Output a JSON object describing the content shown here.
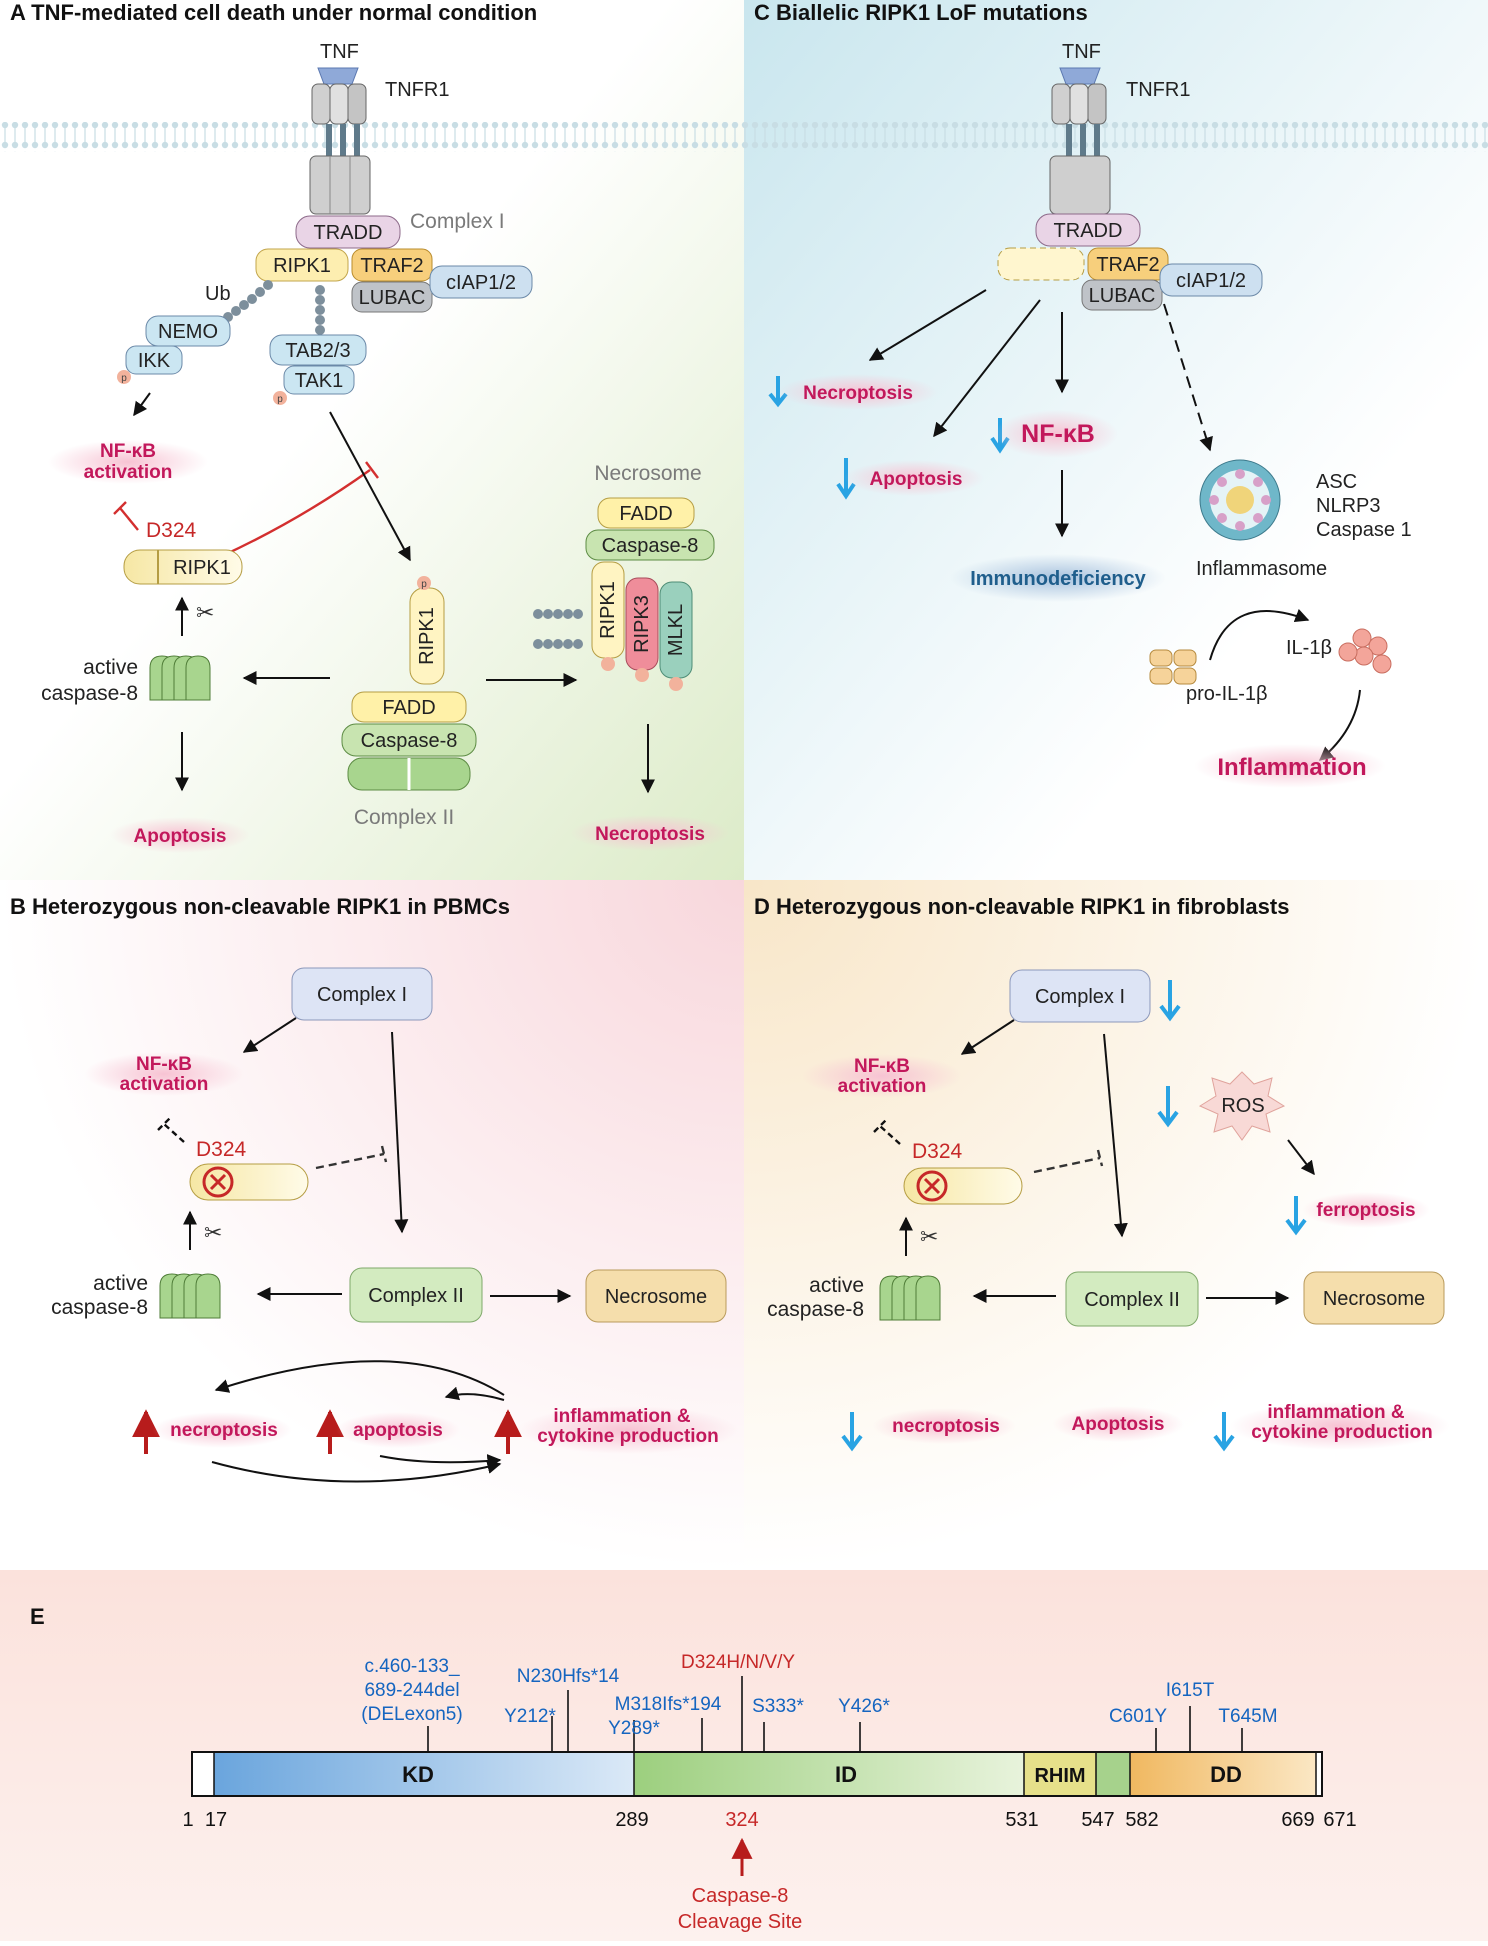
{
  "panel_a": {
    "title": "A  TNF-mediated cell death under normal condition",
    "tnf": "TNF",
    "tnfr1": "TNFR1",
    "complex1": "Complex I",
    "tradd": "TRADD",
    "ripk1": "RIPK1",
    "traf2": "TRAF2",
    "lubac": "LUBAC",
    "ciap": "cIAP1/2",
    "ub": "Ub",
    "nemo": "NEMO",
    "ikk": "IKK",
    "tab": "TAB2/3",
    "tak1": "TAK1",
    "p": "p",
    "nfkb_line1": "NF-κB",
    "nfkb_line2": "activation",
    "d324": "D324",
    "active1": "active",
    "active2": "caspase-8",
    "apoptosis": "Apoptosis",
    "fadd": "FADD",
    "caspase8": "Caspase-8",
    "complex2": "Complex II",
    "necrosome": "Necrosome",
    "ripk3": "RIPK3",
    "mlkl": "MLKL",
    "necroptosis": "Necroptosis"
  },
  "panel_b": {
    "title": "B  Heterozygous non-cleavable RIPK1 in PBMCs",
    "complex1": "Complex I",
    "nfkb_line1": "NF-κB",
    "nfkb_line2": "activation",
    "d324": "D324",
    "active1": "active",
    "active2": "caspase-8",
    "complex2": "Complex II",
    "necrosome": "Necrosome",
    "necroptosis": "necroptosis",
    "apoptosis": "apoptosis",
    "infl1": "inflammation &",
    "infl2": "cytokine production"
  },
  "panel_c": {
    "title": "C  Biallelic RIPK1 LoF mutations",
    "tnf": "TNF",
    "tnfr1": "TNFR1",
    "tradd": "TRADD",
    "traf2": "TRAF2",
    "lubac": "LUBAC",
    "ciap": "cIAP1/2",
    "necroptosis": "Necroptosis",
    "apoptosis": "Apoptosis",
    "nfkb": "NF-κB",
    "immuno": "Immunodeficiency",
    "asc": "ASC",
    "nlrp3": "NLRP3",
    "casp1": "Caspase 1",
    "inflammasome": "Inflammasome",
    "il1b": "IL-1β",
    "proil1b": "pro-IL-1β",
    "inflammation": "Inflammation"
  },
  "panel_d": {
    "title": "D  Heterozygous non-cleavable RIPK1 in fibroblasts",
    "complex1": "Complex I",
    "nfkb_line1": "NF-κB",
    "nfkb_line2": "activation",
    "ros": "ROS",
    "ferroptosis": "ferroptosis",
    "d324": "D324",
    "active1": "active",
    "active2": "caspase-8",
    "complex2": "Complex II",
    "necrosome": "Necrosome",
    "necroptosis": "necroptosis",
    "apoptosis": "Apoptosis",
    "infl1": "inflammation &",
    "infl2": "cytokine production"
  },
  "panel_e": {
    "label": "E",
    "domains": [
      "KD",
      "ID",
      "RHIM",
      "DD"
    ],
    "positions": [
      "1",
      "17",
      "289",
      "324",
      "531",
      "547",
      "582",
      "669",
      "671"
    ],
    "mut_c460_1": "c.460-133_",
    "mut_c460_2": "689-244del",
    "mut_c460_3": "(DELexon5)",
    "mut_n230": "N230Hfs*14",
    "mut_y212": "Y212*",
    "mut_d324": "D324H/N/V/Y",
    "mut_m318": "M318Ifs*194",
    "mut_y289": "Y289*",
    "mut_s333": "S333*",
    "mut_y426": "Y426*",
    "mut_i615": "I615T",
    "mut_c601": "C601Y",
    "mut_t645": "T645M",
    "cleavage1": "Caspase-8",
    "cleavage2": "Cleavage Site"
  },
  "colors": {
    "magenta": "#c2185b",
    "blue_arrow": "#29a3e3",
    "red_arrow": "#b71c1c",
    "kd": "#7fb0e0",
    "id": "#a6d28c",
    "dd": "#f2c070",
    "rhim": "#e6e08a"
  }
}
